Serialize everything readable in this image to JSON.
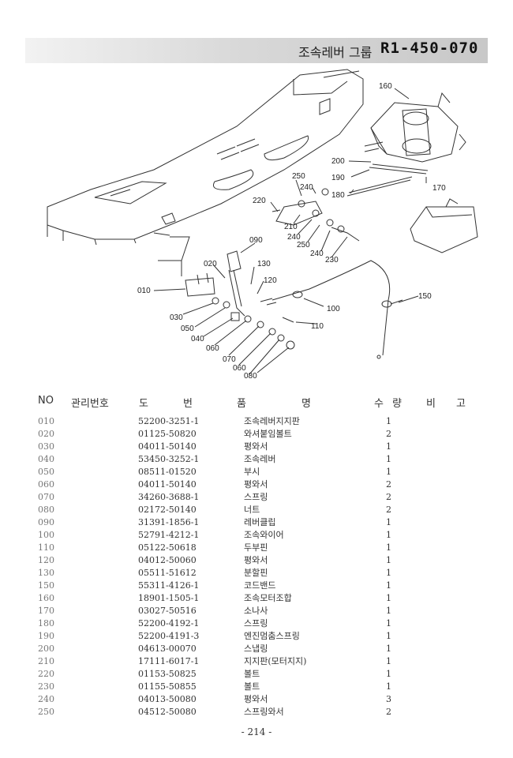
{
  "header": {
    "title_ko": "조속레버 그룹",
    "title_code": "R1-450-070"
  },
  "diagram": {
    "callouts": [
      "160",
      "200",
      "190",
      "170",
      "180",
      "250",
      "240",
      "220",
      "210",
      "240",
      "250",
      "240",
      "230",
      "090",
      "020",
      "130",
      "120",
      "010",
      "150",
      "100",
      "030",
      "050",
      "110",
      "040",
      "060",
      "070",
      "060",
      "080"
    ]
  },
  "table": {
    "headers": {
      "no": "NO",
      "mgmt": "관리번호",
      "drawing_1": "도",
      "drawing_2": "번",
      "item_1": "품",
      "item_2": "명",
      "qty_1": "수",
      "qty_2": "량",
      "remark_1": "비",
      "remark_2": "고"
    },
    "rows": [
      {
        "no": "010",
        "part": "52200-3251-1",
        "name": "조속레버지지판",
        "qty": "1"
      },
      {
        "no": "020",
        "part": "01125-50820",
        "name": "와셔붙임볼트",
        "qty": "2"
      },
      {
        "no": "030",
        "part": "04011-50140",
        "name": "평와서",
        "qty": "1"
      },
      {
        "no": "040",
        "part": "53450-3252-1",
        "name": "조속레버",
        "qty": "1"
      },
      {
        "no": "050",
        "part": "08511-01520",
        "name": "부시",
        "qty": "1"
      },
      {
        "no": "060",
        "part": "04011-50140",
        "name": "평와서",
        "qty": "2"
      },
      {
        "no": "070",
        "part": "34260-3688-1",
        "name": "스프링",
        "qty": "2"
      },
      {
        "no": "080",
        "part": "02172-50140",
        "name": "너트",
        "qty": "2"
      },
      {
        "no": "090",
        "part": "31391-1856-1",
        "name": "레버클립",
        "qty": "1"
      },
      {
        "no": "100",
        "part": "52791-4212-1",
        "name": "조속와이어",
        "qty": "1"
      },
      {
        "no": "110",
        "part": "05122-50618",
        "name": "두부핀",
        "qty": "1"
      },
      {
        "no": "120",
        "part": "04012-50060",
        "name": "평와서",
        "qty": "1"
      },
      {
        "no": "130",
        "part": "05511-51612",
        "name": "분할핀",
        "qty": "1"
      },
      {
        "no": "150",
        "part": "55311-4126-1",
        "name": "코드밴드",
        "qty": "1"
      },
      {
        "no": "160",
        "part": "18901-1505-1",
        "name": "조속모터조합",
        "qty": "1"
      },
      {
        "no": "170",
        "part": "03027-50516",
        "name": "소나사",
        "qty": "1"
      },
      {
        "no": "180",
        "part": "52200-4192-1",
        "name": "스프링",
        "qty": "1"
      },
      {
        "no": "190",
        "part": "52200-4191-3",
        "name": "엔진멈춤스프링",
        "qty": "1"
      },
      {
        "no": "200",
        "part": "04613-00070",
        "name": "스냅링",
        "qty": "1"
      },
      {
        "no": "210",
        "part": "17111-6017-1",
        "name": "지지판(모터지지)",
        "qty": "1"
      },
      {
        "no": "220",
        "part": "01153-50825",
        "name": "볼트",
        "qty": "1"
      },
      {
        "no": "230",
        "part": "01155-50855",
        "name": "볼트",
        "qty": "1"
      },
      {
        "no": "240",
        "part": "04013-50080",
        "name": "평와서",
        "qty": "3"
      },
      {
        "no": "250",
        "part": "04512-50080",
        "name": "스프링와서",
        "qty": "2"
      }
    ]
  },
  "footer": {
    "page": "- 214 -"
  }
}
